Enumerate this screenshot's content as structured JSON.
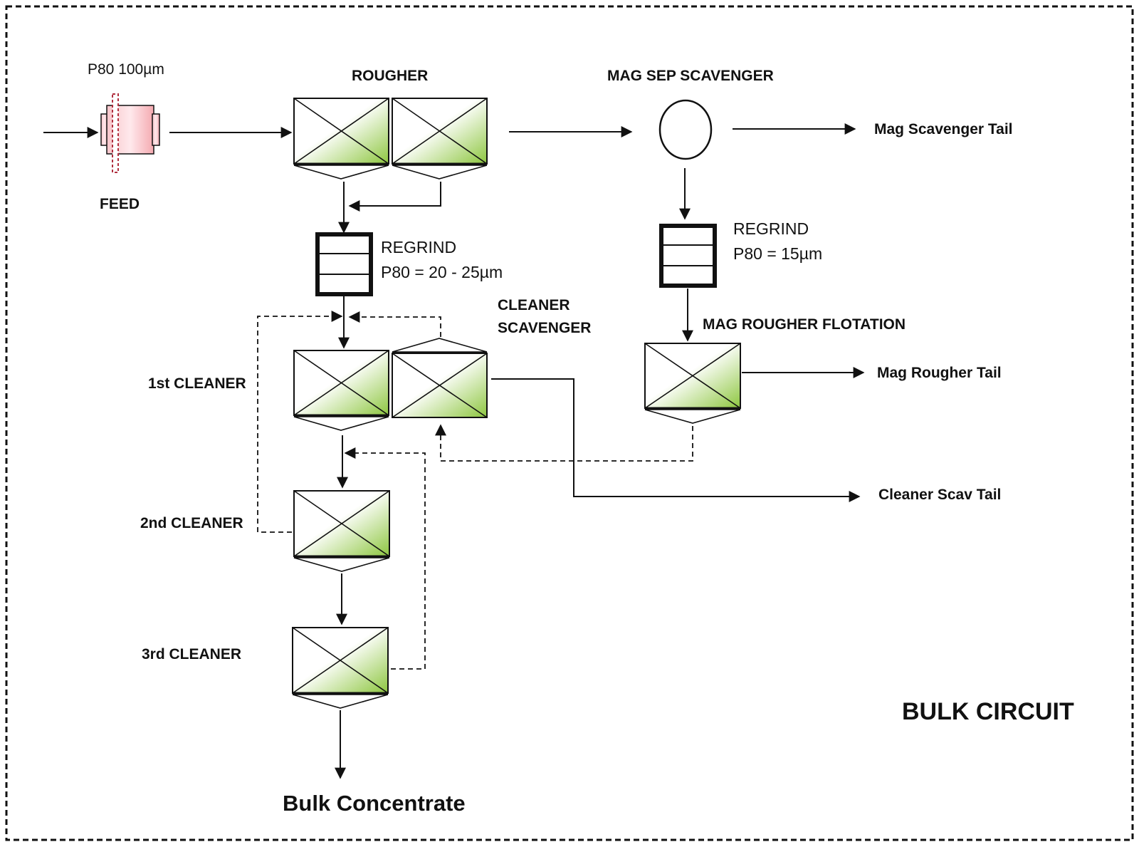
{
  "diagram": {
    "title": "BULK CIRCUIT",
    "feed": {
      "label": "FEED",
      "size_note": "P80 100µm"
    },
    "rougher": {
      "label": "ROUGHER"
    },
    "mag_sep_scavenger": {
      "label": "MAG SEP SCAVENGER"
    },
    "mag_scavenger_tail": {
      "label": "Mag Scavenger Tail"
    },
    "regrind_1": {
      "label": "REGRIND",
      "p80": "P80 = 20 - 25µm"
    },
    "regrind_2": {
      "label": "REGRIND",
      "p80": "P80 = 15µm"
    },
    "cleaner_scavenger": {
      "label_line1": "CLEANER",
      "label_line2": "SCAVENGER"
    },
    "mag_rougher_flotation": {
      "label": "MAG ROUGHER FLOTATION"
    },
    "mag_rougher_tail": {
      "label": "Mag Rougher Tail"
    },
    "cleaner_1": {
      "label": "1st CLEANER"
    },
    "cleaner_2": {
      "label": "2nd CLEANER"
    },
    "cleaner_3": {
      "label": "3rd CLEANER"
    },
    "cleaner_scav_tail": {
      "label": "Cleaner Scav Tail"
    },
    "bulk_concentrate": {
      "label": "Bulk Concentrate"
    }
  },
  "colors": {
    "cell_fill_light": "#ffffff",
    "cell_fill_green": "#8dc63f",
    "feed_pink": "#f4a9b0",
    "line": "#111111"
  }
}
